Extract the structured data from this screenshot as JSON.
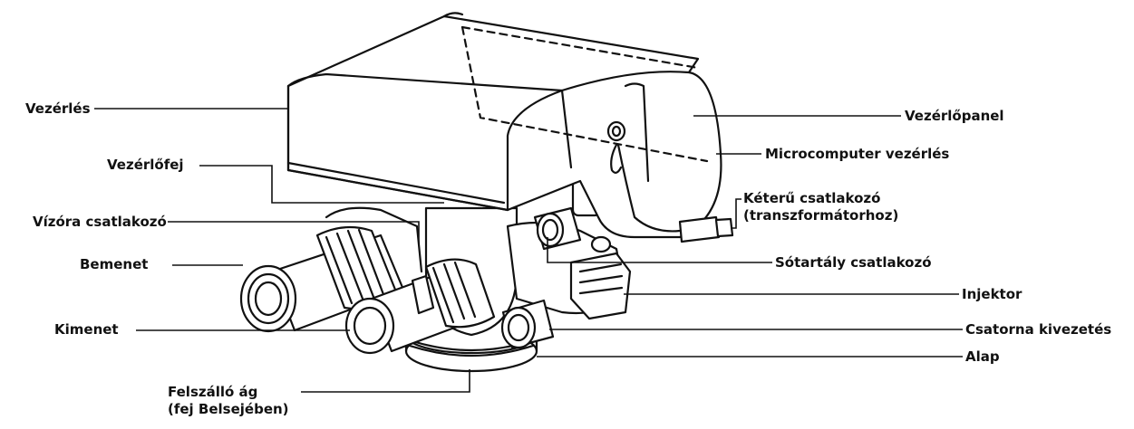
{
  "diagram": {
    "labels": {
      "vezerles": "Vezérlés",
      "vezerlofej": "Vezérlőfej",
      "vizora": "Vízóra csatlakozó",
      "bemenet": "Bemenet",
      "kimenet": "Kimenet",
      "felszallo_1": "Felszálló ág",
      "felszallo_2": "(fej Belsejében)",
      "vezerlopanel": "Vezérlőpanel",
      "microcomputer": "Microcomputer vezérlés",
      "keteru_1": "Kéterű csatlakozó",
      "keteru_2": "(transzformátorhoz)",
      "sotartaly": "Sótartály csatlakozó",
      "injektor": "Injektor",
      "csatorna": "Csatorna kivezetés",
      "alap": "Alap"
    },
    "colors": {
      "line": "#111111",
      "fill": "#ffffff"
    }
  }
}
